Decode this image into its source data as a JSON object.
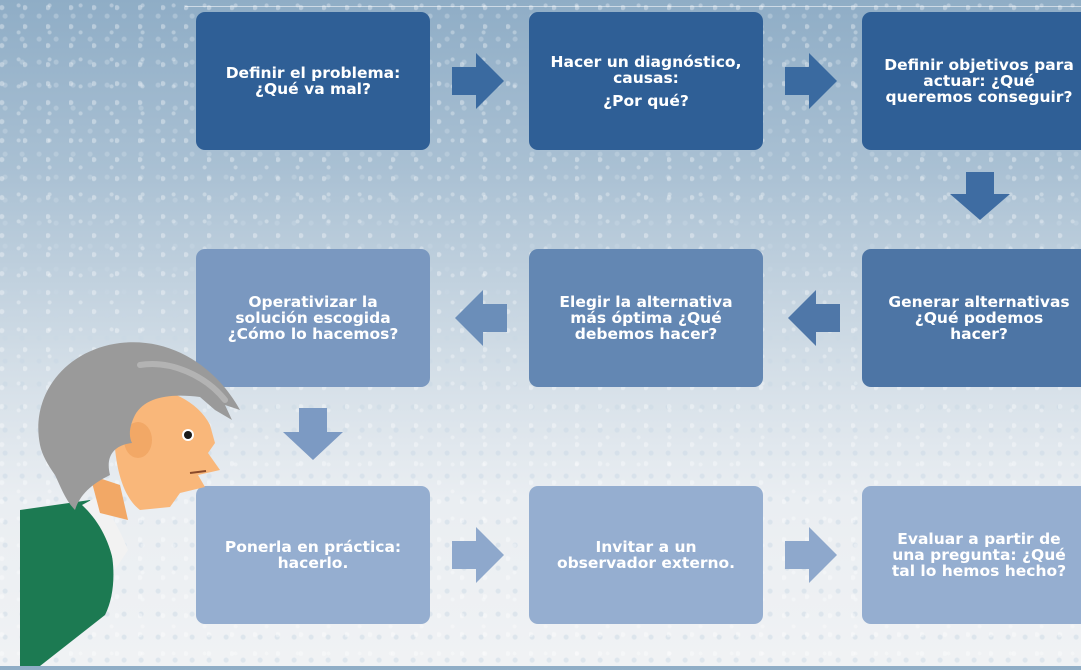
{
  "boxes": [
    {
      "id": "definir-problema",
      "line1": "Definir el problema:\n¿Qué va mal?",
      "line2": ""
    },
    {
      "id": "diagnostico",
      "line1": "Hacer un diagnóstico,\ncausas:",
      "line2": "¿Por qué?"
    },
    {
      "id": "objetivos",
      "line1": "Definir objetivos para\nactuar: ¿Qué\nqueremos conseguir?",
      "line2": ""
    },
    {
      "id": "operativizar",
      "line1": "Operativizar la\nsolución escogida\n¿Cómo lo hacemos?",
      "line2": ""
    },
    {
      "id": "elegir",
      "line1": "Elegir la alternativa\nmás óptima ¿Qué\ndebemos hacer?",
      "line2": ""
    },
    {
      "id": "generar",
      "line1": "Generar alternativas\n¿Qué podemos\nhacer?",
      "line2": ""
    },
    {
      "id": "poner-en-practica",
      "line1": "Ponerla en práctica:\nhacerlo.",
      "line2": ""
    },
    {
      "id": "observador",
      "line1": "Invitar a un\nobservador externo.",
      "line2": ""
    },
    {
      "id": "evaluar",
      "line1": "Evaluar a partir de\nuna pregunta: ¿Qué\ntal lo hemos hecho?",
      "line2": ""
    }
  ],
  "colors": {
    "row1": "#2f5f96",
    "row2_left": "#7a98c0",
    "row2": "#4d75a5",
    "row3": "#95aed0",
    "skin": "#f9b77a",
    "hair": "#9a9a9a",
    "jacket": "#1c7a52"
  },
  "icons": {
    "arrows": "arrow-icon",
    "character": "thinking-person-icon"
  }
}
